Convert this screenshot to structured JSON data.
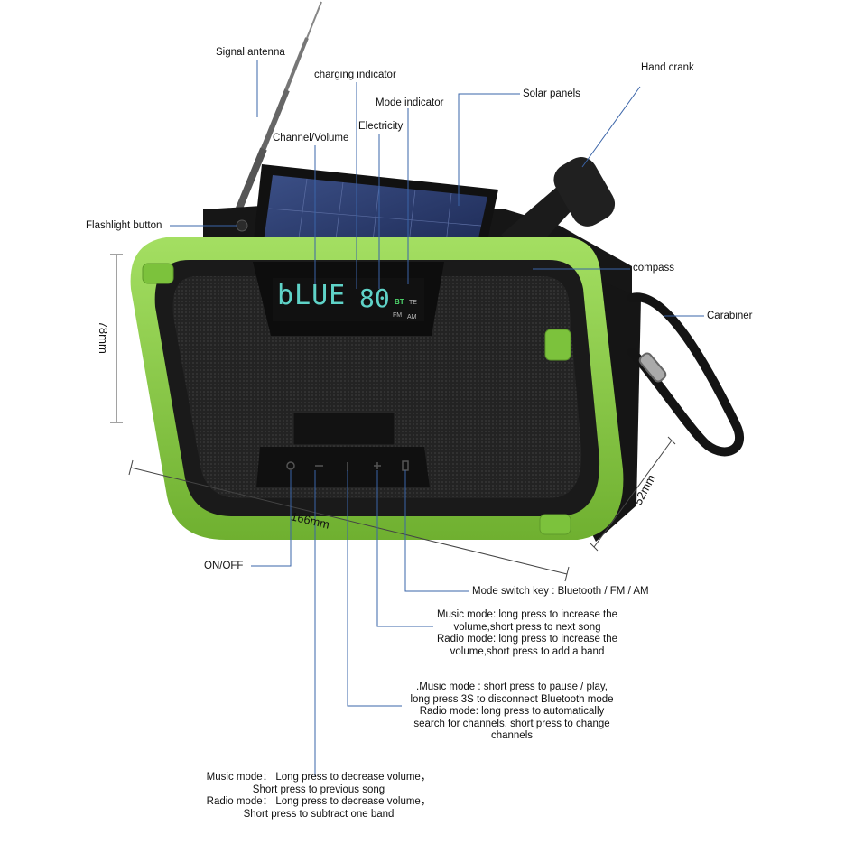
{
  "labels": {
    "signal_antenna": "Signal antenna",
    "charging_indicator": "charging indicator",
    "hand_crank": "Hand crank",
    "mode_indicator": "Mode indicator",
    "solar_panels": "Solar panels",
    "electricity": "Electricity",
    "channel_volume": "Channel/Volume",
    "flashlight_button": "Flashlight button",
    "compass": "compass",
    "carabiner": "Carabiner",
    "on_off": "ON/OFF",
    "mode_switch_key": "Mode switch key : Bluetooth / FM / AM"
  },
  "dimensions": {
    "height": "78mm",
    "width": "166mm",
    "depth": "52mm"
  },
  "display": {
    "text": "bLUE",
    "number": "80",
    "bt": "BT",
    "te": "TE",
    "fm": "FM",
    "am": "AM"
  },
  "descriptions": {
    "plus_button": [
      "Music mode: long press to increase the",
      "volume,short press to next song",
      "Radio mode: long press to increase the",
      "volume,short press to add a band"
    ],
    "play_button": [
      ".Music mode : short press to pause / play,",
      "long press 3S to disconnect Bluetooth mode",
      "Radio mode: long press to automatically",
      "search for channels, short press to change",
      "channels"
    ],
    "minus_button": [
      "Music mode： Long press to decrease volume，",
      "Short press to previous song",
      "Radio mode： Long press to decrease volume，",
      "Short press to subtract one band"
    ]
  },
  "colors": {
    "green": "#8dd04a",
    "body": "#1c1c1c",
    "lcd": "#5fd3c8"
  }
}
